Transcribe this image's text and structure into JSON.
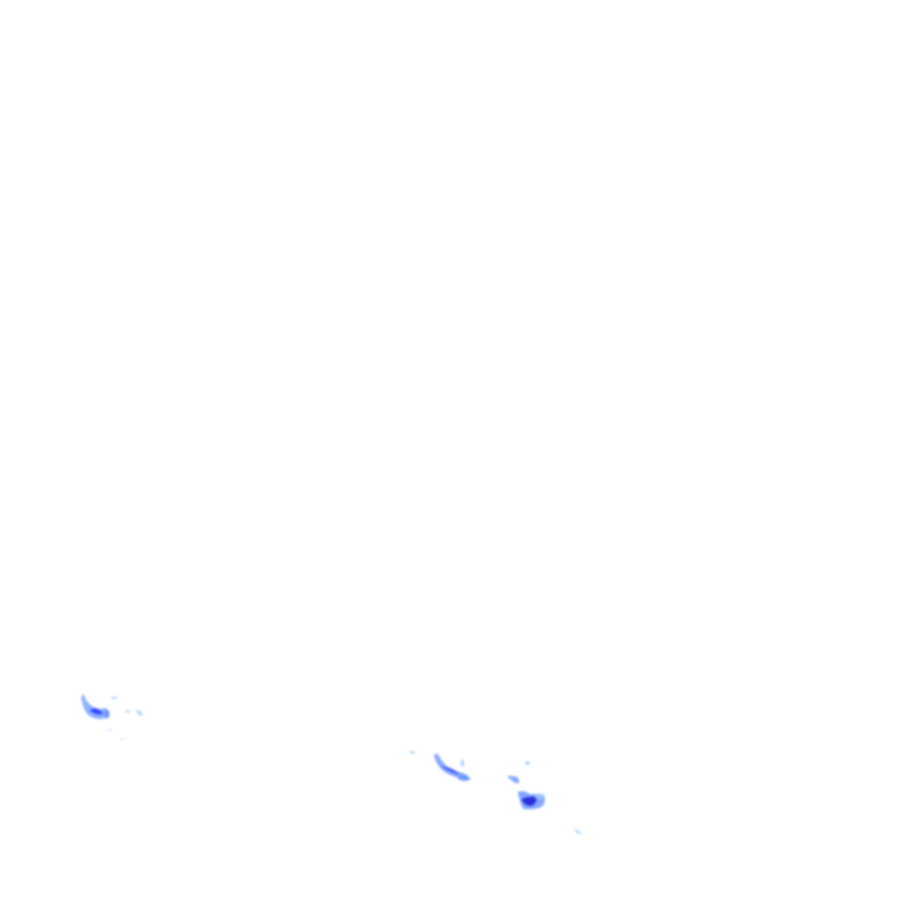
{
  "map": {
    "background_color": "#ffffff",
    "layer": "precipitation-radar",
    "palette": {
      "light": "#9ec9ff",
      "medium": "#5b8cff",
      "heavy": "#2f3cff",
      "intense": "#1a1ad6"
    },
    "echoes": [
      {
        "name": "rain-echo-west",
        "intensity": "heavy"
      },
      {
        "name": "rain-echo-center",
        "intensity": "medium"
      },
      {
        "name": "rain-echo-southeast",
        "intensity": "heavy"
      },
      {
        "name": "rain-echo-far-southeast",
        "intensity": "light"
      }
    ]
  }
}
